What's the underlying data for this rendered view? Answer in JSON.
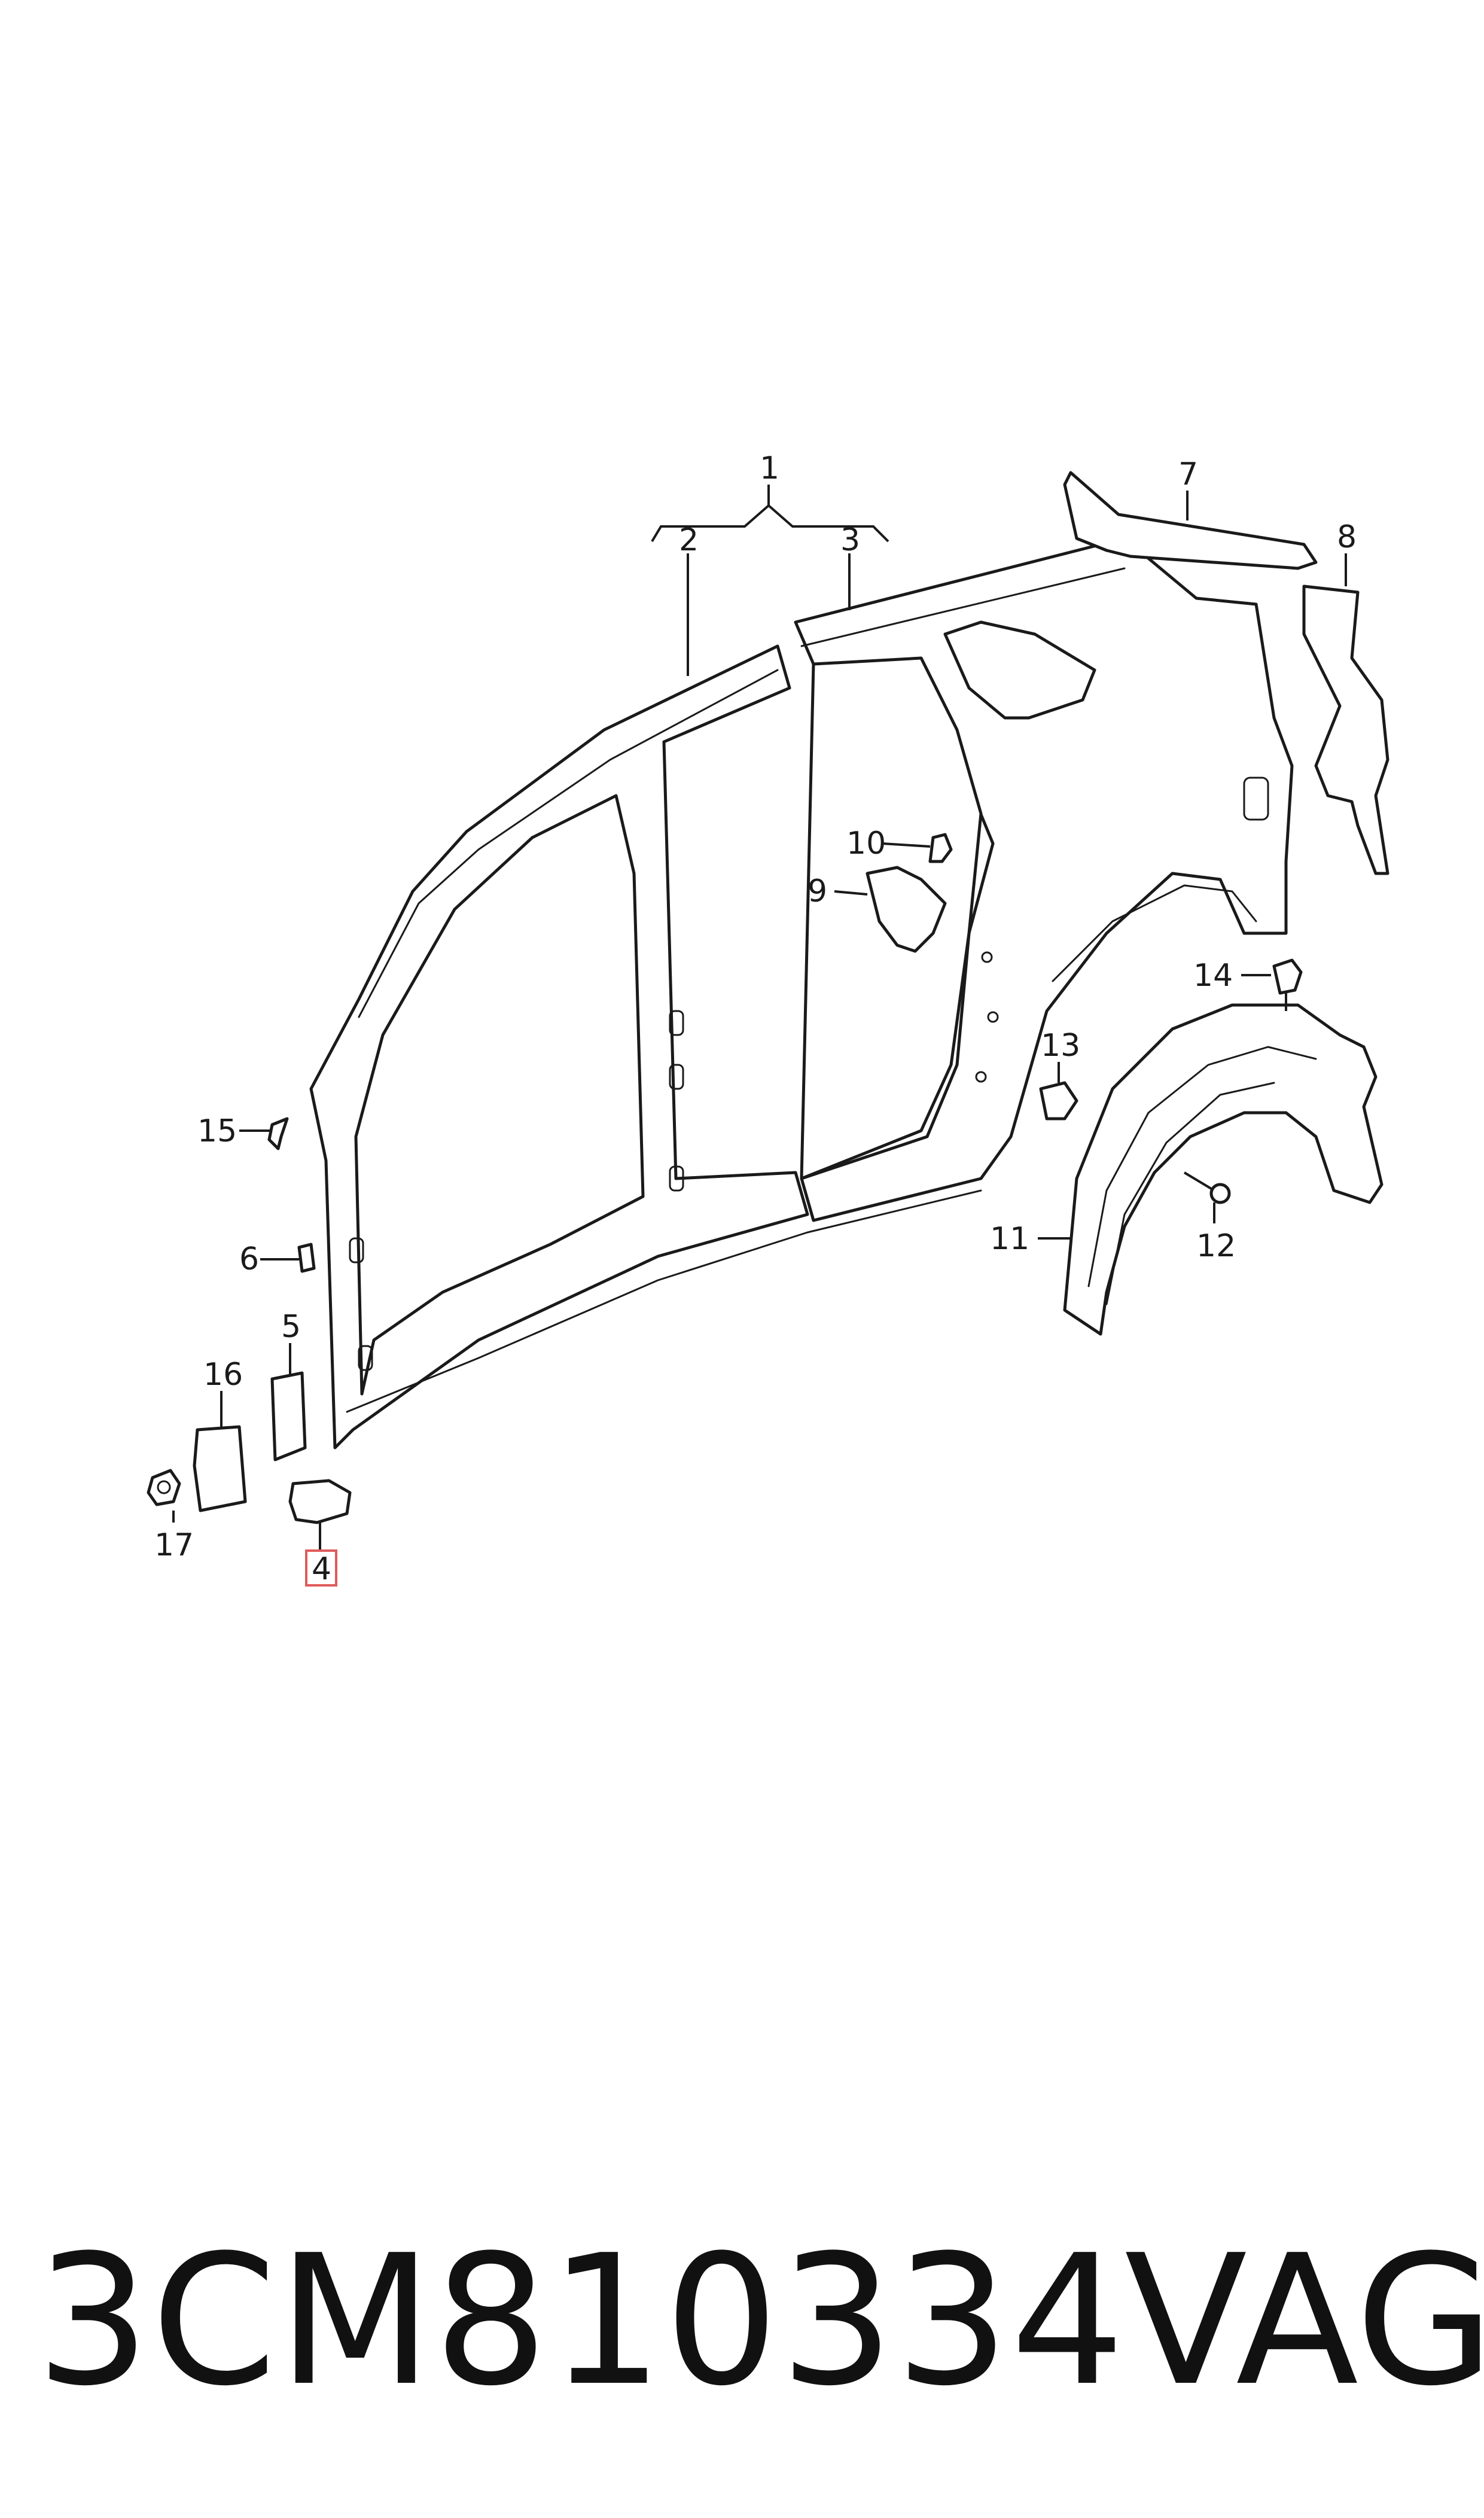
{
  "diagram": {
    "callouts": {
      "c1": "1",
      "c2": "2",
      "c3": "3",
      "c4": "4",
      "c5": "5",
      "c6": "6",
      "c7": "7",
      "c8": "8",
      "c9": "9",
      "c10": "10",
      "c11": "11",
      "c12": "12",
      "c13": "13",
      "c14": "14",
      "c15": "15",
      "c16": "16",
      "c17": "17"
    },
    "highlighted_callout": "4"
  },
  "footer": {
    "part_number": "3CM810334",
    "brand": "VAG"
  }
}
